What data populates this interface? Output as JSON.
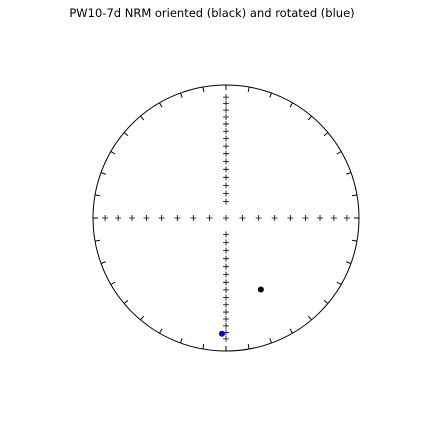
{
  "chart_data": {
    "type": "scatter",
    "title": "PW10-7d NRM oriented (black) and rotated (blue)",
    "projection": "equal-area stereonet",
    "grid": false,
    "series": [
      {
        "color": "#000000",
        "points": [
          {
            "dec": 154,
            "inc": 40
          }
        ]
      },
      {
        "color": "#0000cc",
        "points": [
          {
            "dec": 182,
            "inc": 14
          }
        ]
      }
    ]
  }
}
